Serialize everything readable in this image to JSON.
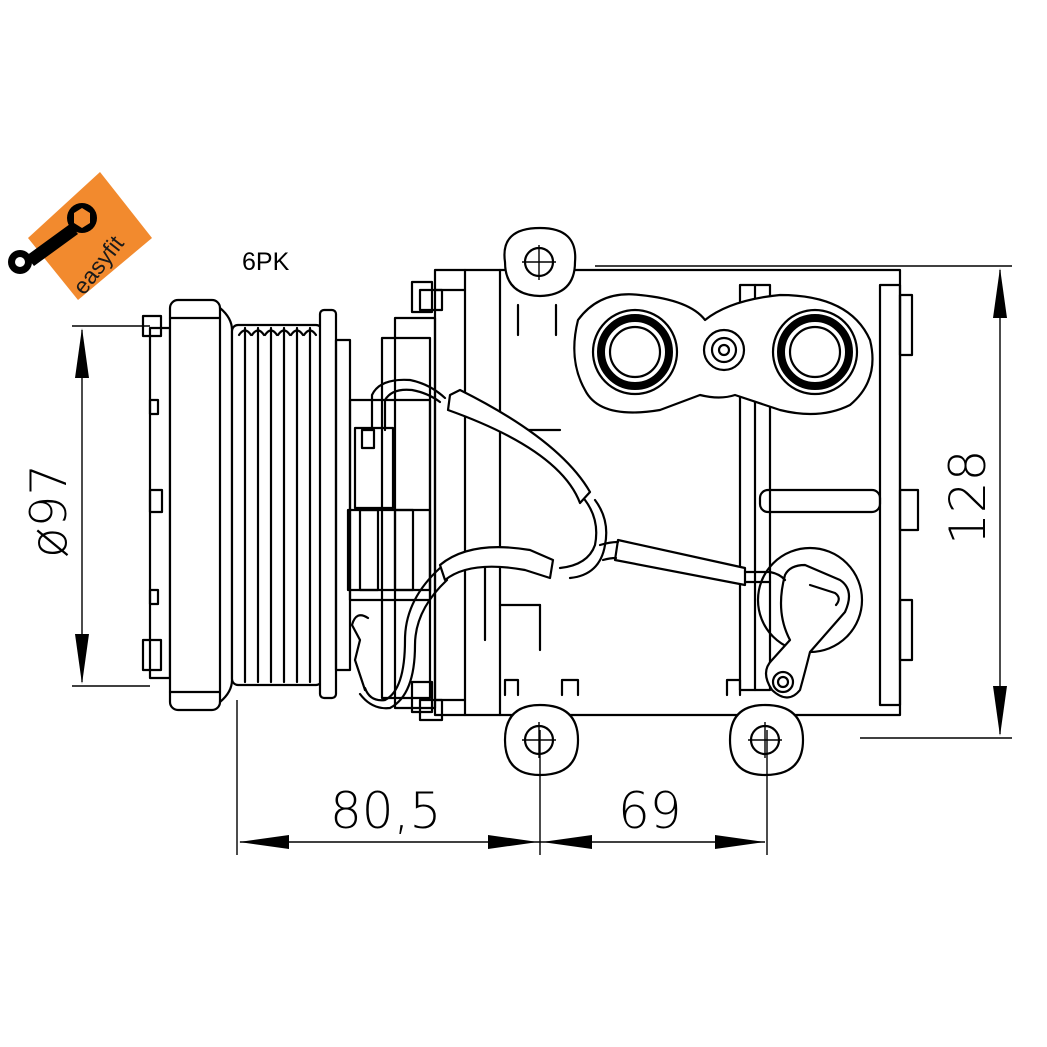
{
  "logo": {
    "text": "easyfit",
    "color": "#f28a2e",
    "icon": "wrench-icon"
  },
  "belt_label": "6PK",
  "dimensions": {
    "pulley_diameter": "ø97",
    "height": "128",
    "pulley_offset": "80,5",
    "mount_spacing": "69"
  },
  "colors": {
    "line": "#000000",
    "background": "#ffffff",
    "brand": "#f28a2e"
  }
}
